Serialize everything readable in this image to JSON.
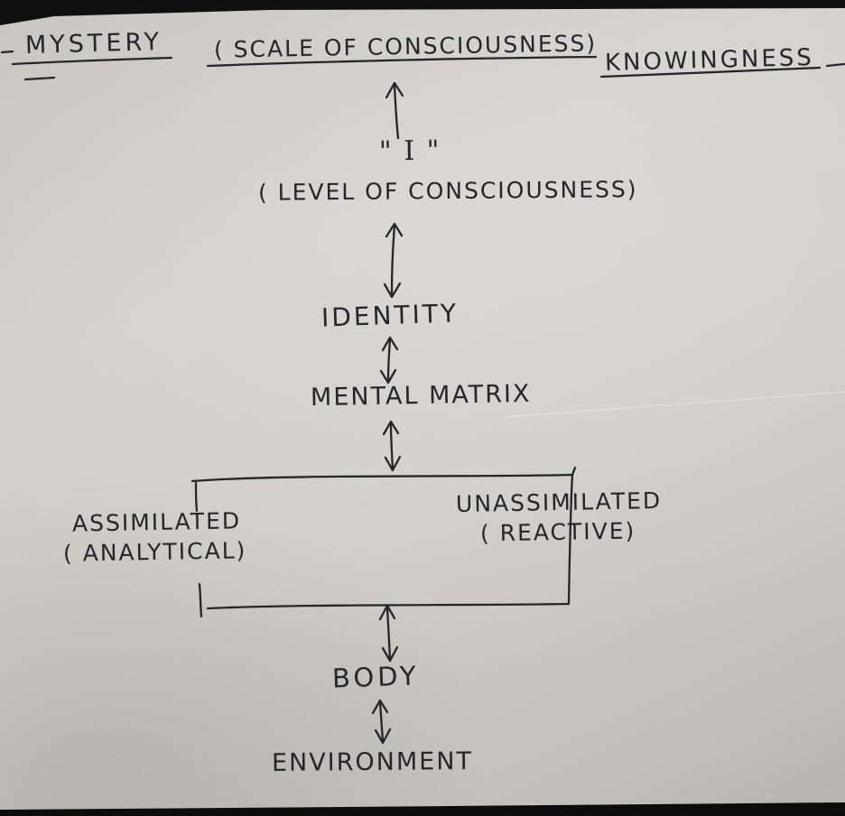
{
  "diagram": {
    "header": {
      "left": "MYSTERY",
      "center": "( SCALE OF CONSCIOUSNESS)",
      "right": "KNOWINGNESS"
    },
    "nodes": {
      "self": "\" I \"",
      "level_of_consciousness": "( LEVEL OF CONSCIOUSNESS)",
      "identity": "IDENTITY",
      "mental_matrix": "MENTAL MATRIX",
      "assimilated_title": "ASSIMILATED",
      "assimilated_sub": "( ANALYTICAL)",
      "unassimilated_title": "UNASSIMILATED",
      "unassimilated_sub": "( REACTIVE)",
      "body": "BODY",
      "environment": "ENVIRONMENT"
    },
    "colors": {
      "ink": "#25262b",
      "paper": "#cdcac5"
    }
  }
}
